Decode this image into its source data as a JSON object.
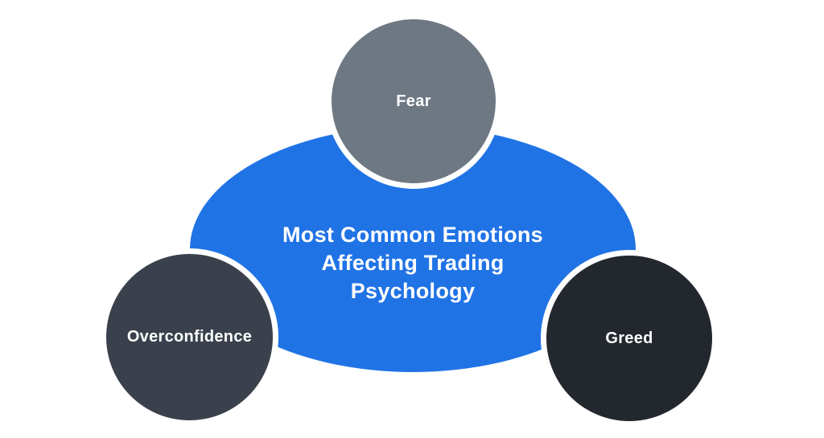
{
  "diagram": {
    "center": {
      "title_lines": [
        "Most Common Emotions",
        "Affecting Trading",
        "Psychology"
      ],
      "color": "#2073e5",
      "text_color": "#ffffff"
    },
    "nodes": [
      {
        "id": "fear",
        "label": "Fear",
        "color": "#6d7883",
        "position": "top"
      },
      {
        "id": "overconfidence",
        "label": "Overconfidence",
        "color": "#3a414c",
        "position": "bottom-left"
      },
      {
        "id": "greed",
        "label": "Greed",
        "color": "#23272e",
        "position": "bottom-right"
      }
    ],
    "colors": {
      "background": "#ffffff",
      "outline_ring": "#ffffff"
    }
  }
}
